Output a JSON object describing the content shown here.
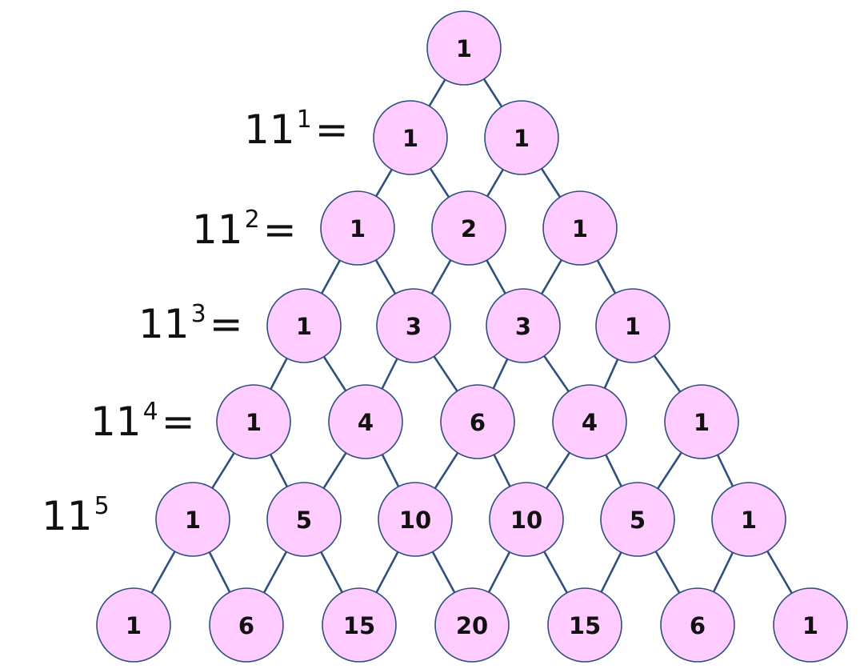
{
  "colors": {
    "node_fill": "#ffccff",
    "node_stroke": "#2f4f7f",
    "edge": "#2f4f7f",
    "text": "#111111"
  },
  "rows": [
    [
      1
    ],
    [
      1,
      1
    ],
    [
      1,
      2,
      1
    ],
    [
      1,
      3,
      3,
      1
    ],
    [
      1,
      4,
      6,
      4,
      1
    ],
    [
      1,
      5,
      10,
      10,
      5,
      1
    ],
    [
      1,
      6,
      15,
      20,
      15,
      6,
      1
    ]
  ],
  "labels": [
    {
      "base": "11",
      "exp": "1",
      "eq": "="
    },
    {
      "base": "11",
      "exp": "2",
      "eq": "="
    },
    {
      "base": "11",
      "exp": "3",
      "eq": "="
    },
    {
      "base": "11",
      "exp": "4",
      "eq": "="
    },
    {
      "base": "11",
      "exp": "5",
      "eq": ""
    }
  ]
}
